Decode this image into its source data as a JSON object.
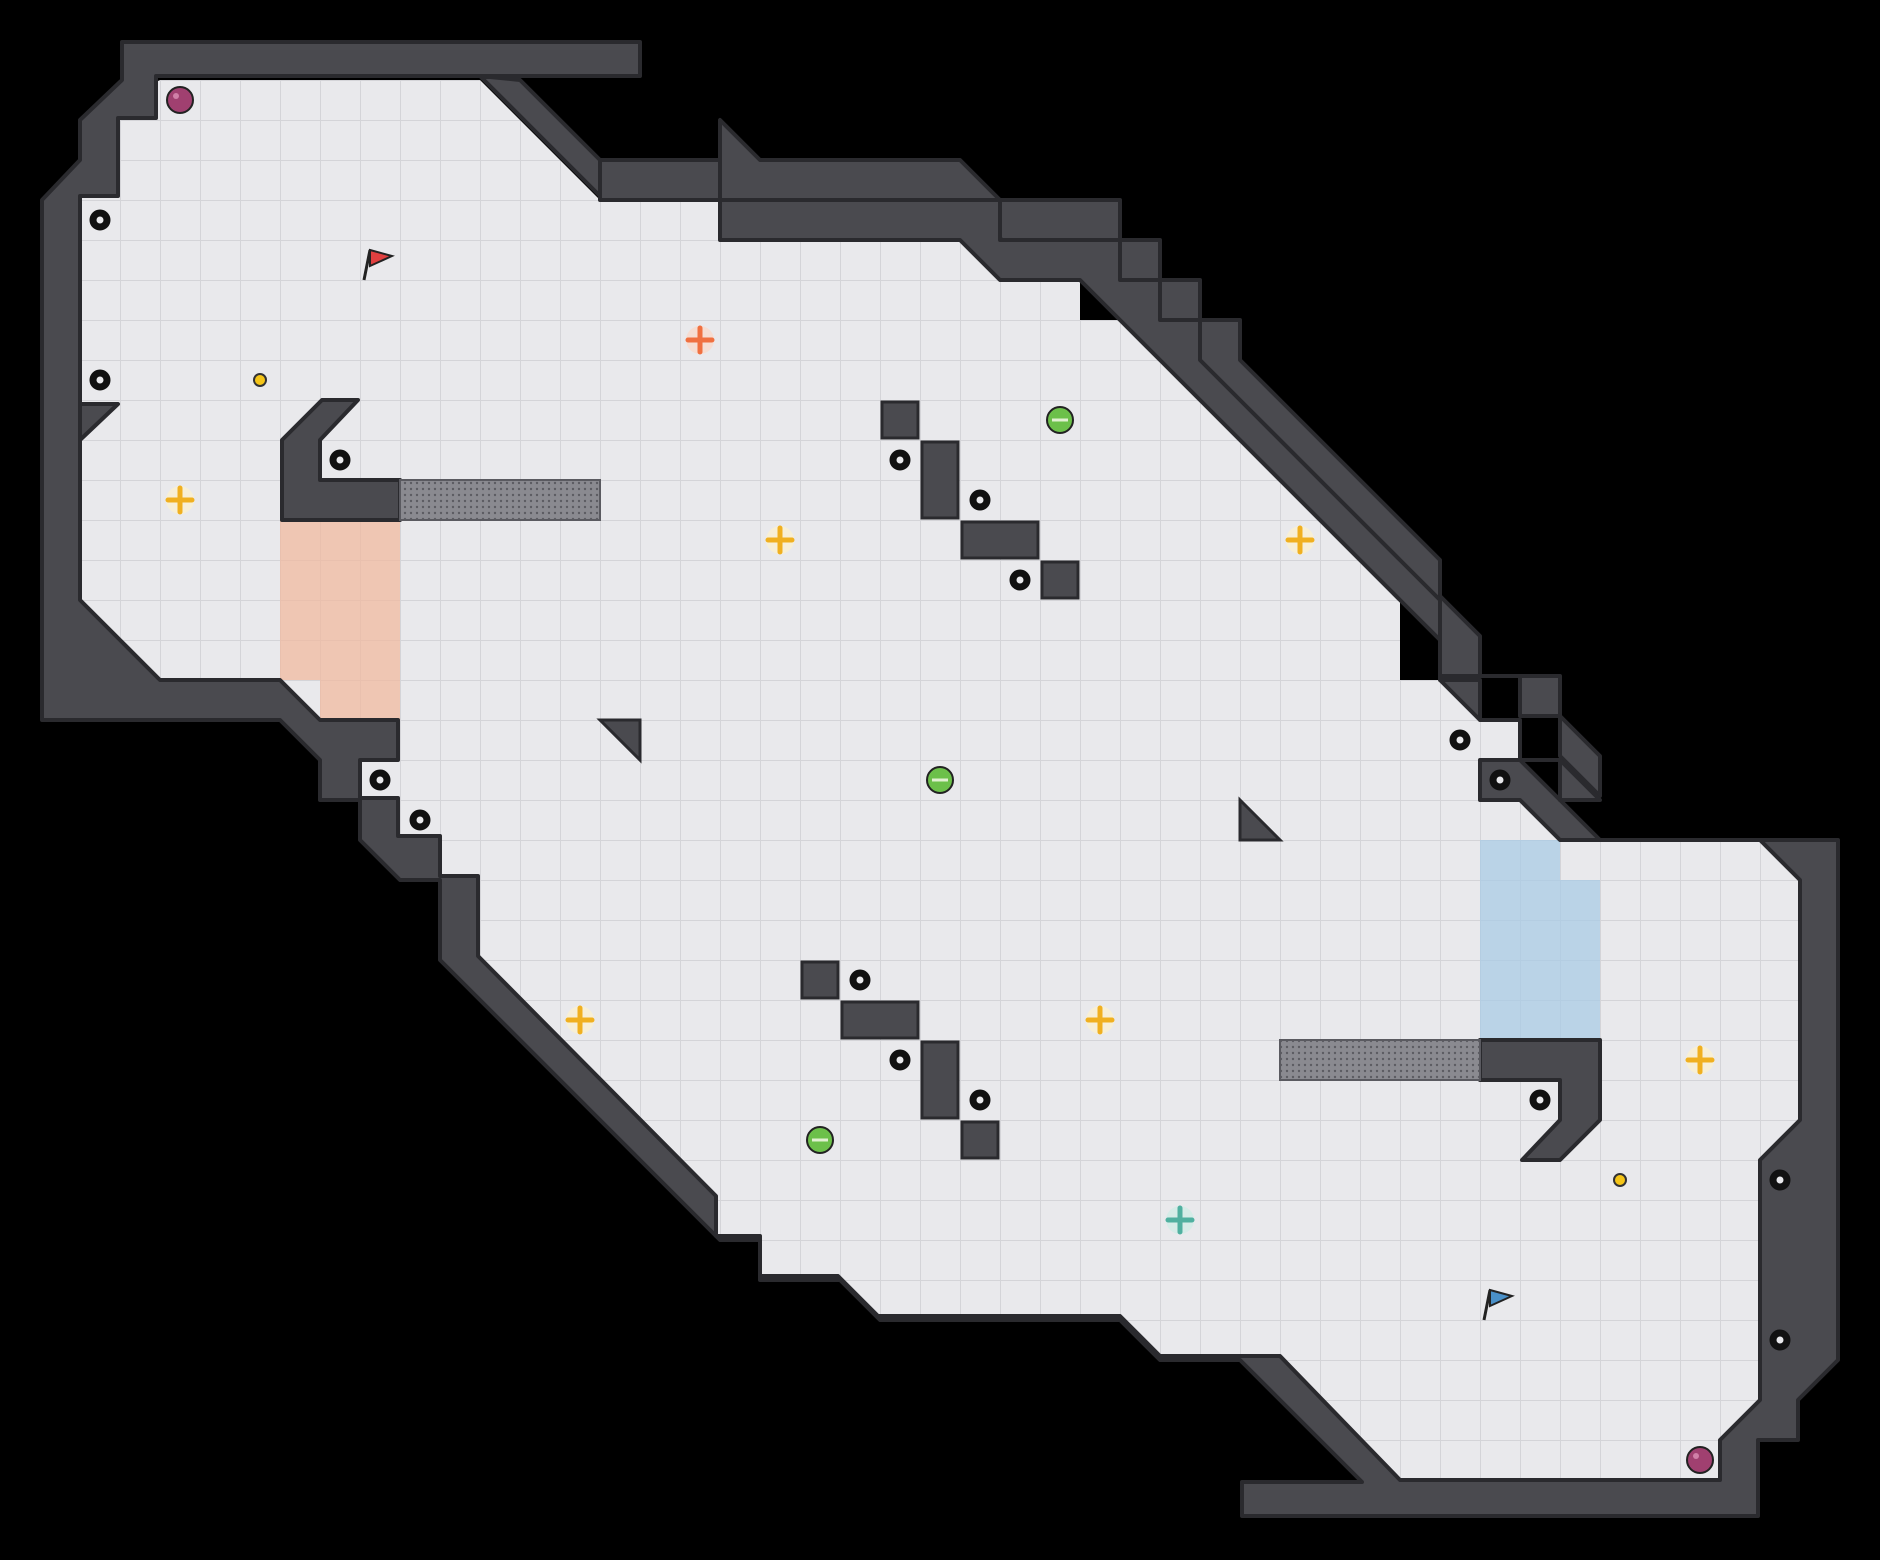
{
  "map": {
    "type": "capture-the-flag arena",
    "colors": {
      "background": "#000000",
      "floor": "#e9e9ec",
      "grid": "#d4d4d8",
      "wall": "#4a4a4f",
      "red_zone": "#f0b9a0",
      "blue_zone": "#a9cbe6"
    },
    "flags": [
      {
        "team": "red",
        "icon": "red-flag-icon",
        "color": "#e04040"
      },
      {
        "team": "blue",
        "icon": "blue-flag-icon",
        "color": "#4a90c8"
      }
    ],
    "icons": {
      "spike": "spike-icon",
      "boost": "boost-icon",
      "bomb": "bomb-icon",
      "powerup": "powerup-icon",
      "portal": "portal-icon",
      "gate": "gate-icon"
    },
    "counts": {
      "spikes": 20,
      "neutral_boosts": 6,
      "team_boosts": 2,
      "bombs": 3,
      "powerups": 2,
      "portals": 2,
      "gates": 2
    }
  }
}
